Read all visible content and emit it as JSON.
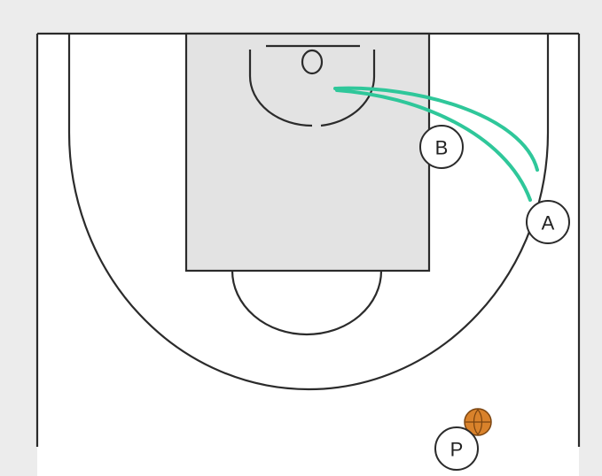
{
  "players": [
    {
      "id": "player-b",
      "label": "B"
    },
    {
      "id": "player-a",
      "label": "A"
    },
    {
      "id": "player-p",
      "label": "P"
    }
  ],
  "colors": {
    "court_background": "#ececec",
    "court_floor": "#ffffff",
    "paint": "#e3e3e3",
    "lines": "#2b2b2b",
    "cut_path": "#2fc79a",
    "ball": "#d9822b"
  },
  "icons": {
    "ball": "basketball-icon"
  }
}
